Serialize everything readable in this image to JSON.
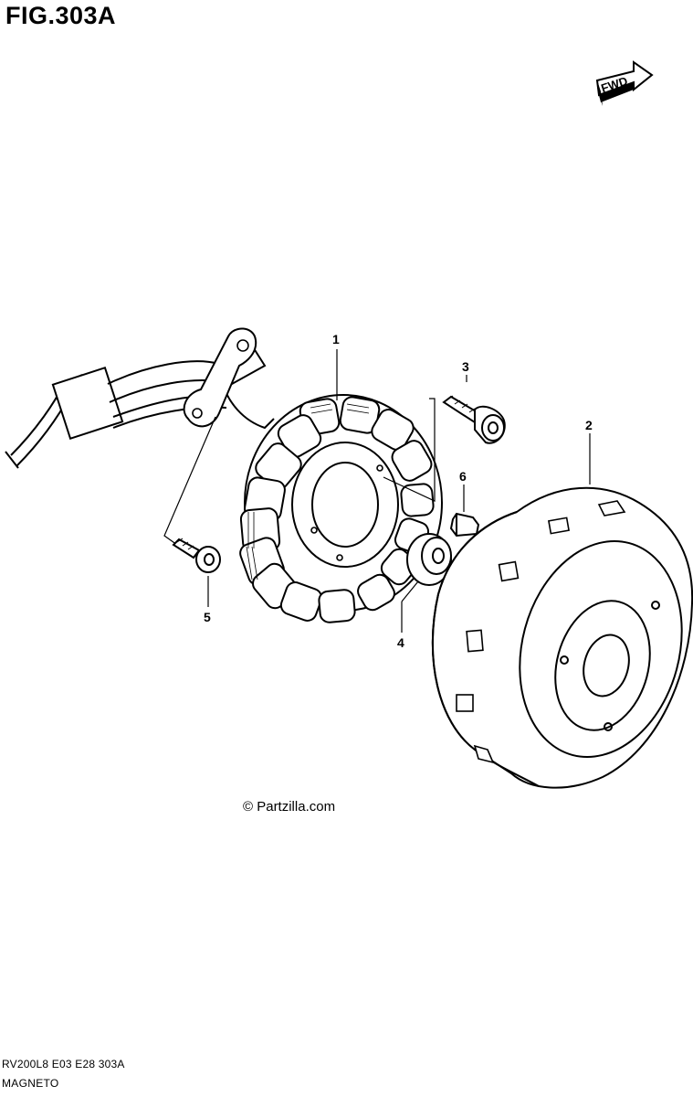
{
  "figure": {
    "title": "FIG.303A",
    "fwd_label": "FWD"
  },
  "callouts": {
    "stator": "1",
    "rotor": "2",
    "bolt_stator": "3",
    "washer": "4",
    "bolt_clamp": "5",
    "key": "6"
  },
  "watermark": "© Partzilla.com",
  "footer": {
    "code": "RV200L8  E03  E28  303A",
    "name": "MAGNETO"
  }
}
